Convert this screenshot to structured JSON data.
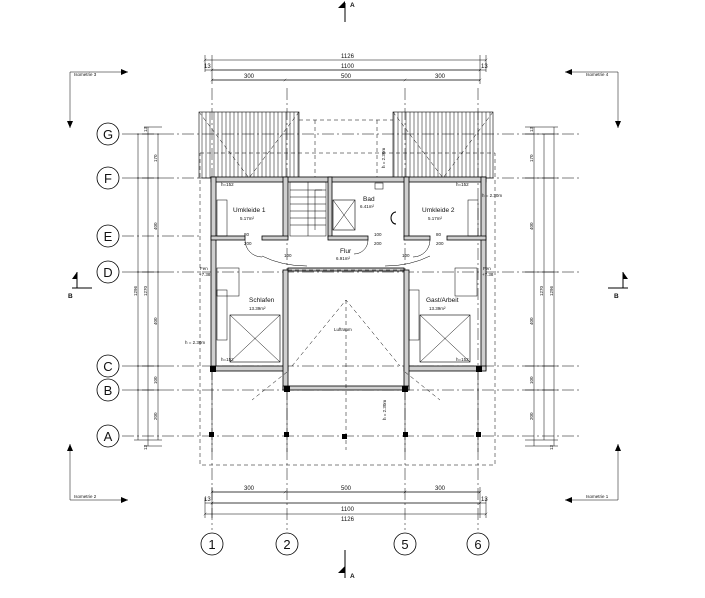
{
  "section_marks": {
    "top": "A",
    "bottom": "A",
    "left": "B",
    "right": "B"
  },
  "grid_columns": [
    "1",
    "2",
    "5",
    "6"
  ],
  "grid_rows": [
    "G",
    "F",
    "E",
    "D",
    "C",
    "B",
    "A"
  ],
  "dims_top": {
    "total_outer": "1126",
    "total": "1100",
    "left_end": "13",
    "right_end": "13",
    "seg1": "300",
    "seg2": "500",
    "seg3": "300"
  },
  "dims_bottom": {
    "seg1": "300",
    "seg2": "500",
    "seg3": "300",
    "left_end": "13",
    "right_end": "13",
    "total": "1100",
    "total_outer": "1126"
  },
  "dims_left": {
    "d1": "13",
    "d2": "170",
    "d3": "400",
    "d4": "400",
    "d5": "100",
    "d6": "200",
    "d7": "13",
    "total1": "1270",
    "total2": "1296"
  },
  "dims_right": {
    "d1": "13",
    "d2": "170",
    "d3": "400",
    "d4": "400",
    "d5": "100",
    "d6": "200",
    "d7": "13",
    "total1": "1270",
    "total2": "1296"
  },
  "isometrie": {
    "tl": "Isometrie 3",
    "tr": "Isometrie 4",
    "bl": "Isometrie 2",
    "br": "Isometrie 1"
  },
  "rooms": {
    "umkleide1": {
      "name": "Umkleide 1",
      "area": "5.17m²"
    },
    "bad": {
      "name": "Bad",
      "area": "6.41m²"
    },
    "umkleide2": {
      "name": "Umkleide 2",
      "area": "5.17m²"
    },
    "flur": {
      "name": "Flur",
      "area": "6.91m²"
    },
    "schlafen": {
      "name": "Schlafen",
      "area": "13.39m²"
    },
    "gast": {
      "name": "Gast/Arbeit",
      "area": "13.39m²"
    },
    "luftraum": {
      "name": "Luftraum"
    }
  },
  "annotations": {
    "h230_bad": "h = 2.30m",
    "h230_right": "h = 2.30m",
    "h230_left": "h = 2.30m",
    "h230_center": "h = 2.30m",
    "h152_left": "h=152",
    "h152_right": "h=152",
    "h152_bl": "h=152",
    "h152_br": "h=152",
    "w80": "80",
    "w200": "200",
    "w100": "100",
    "fen_l": "Fen",
    "fen_r": "Fen",
    "p738": "+7.38"
  }
}
